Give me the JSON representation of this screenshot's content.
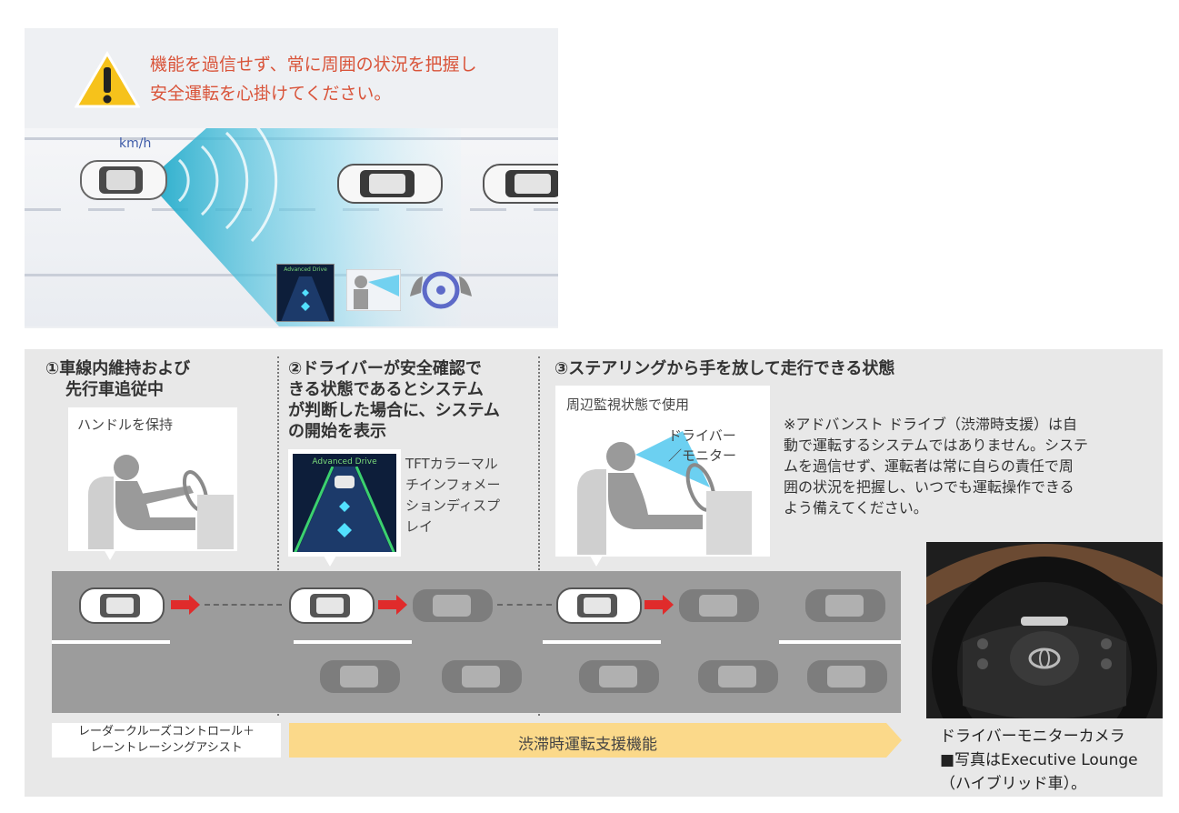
{
  "warning": {
    "line1": "機能を過信せず、常に周囲の状況を把握し",
    "line2": "安全運転を心掛けてください。"
  },
  "top_scene": {
    "speed_unit": "km/h",
    "display_label": "Advanced Drive"
  },
  "steps": [
    {
      "title_l1": "①車線内維持および",
      "title_l2": "先行車追従中",
      "card_label": "ハンドルを保持"
    },
    {
      "title_l1": "②ドライバーが安全確認で",
      "title_l2": "きる状態であるとシステム",
      "title_l3": "が判断した場合に、システム",
      "title_l4": "の開始を表示",
      "display_label": "Advanced Drive",
      "tft_l1": "TFTカラーマル",
      "tft_l2": "チインフォメー",
      "tft_l3": "ションディスプ",
      "tft_l4": "レイ"
    },
    {
      "title_l1": "③ステアリングから手を放して走行できる状態",
      "card_label": "周辺監視状態で使用",
      "monitor_l1": "ドライバー",
      "monitor_l2": "／モニター"
    }
  ],
  "note": {
    "l1": "※アドバンスト ドライブ（渋滞時支援）は自",
    "l2": "動で運転するシステムではありません。システ",
    "l3": "ムを過信せず、運転者は常に自らの責任で周",
    "l4": "囲の状況を把握し、いつでも運転操作できる",
    "l5": "よう備えてください。"
  },
  "bars": {
    "gray_l1": "レーダークルーズコントロール＋",
    "gray_l2": "レーントレーシングアシスト",
    "yellow": "渋滞時運転支援機能"
  },
  "photo_caption": {
    "l1": "ドライバーモニターカメラ",
    "l2": "■写真はExecutive Lounge",
    "l3": "（ハイブリッド車）。"
  },
  "colors": {
    "warning_text": "#d9543a",
    "assist_bar": "#fbd98a",
    "radar": "#3ec0e0",
    "arrow": "#e02b2b"
  }
}
